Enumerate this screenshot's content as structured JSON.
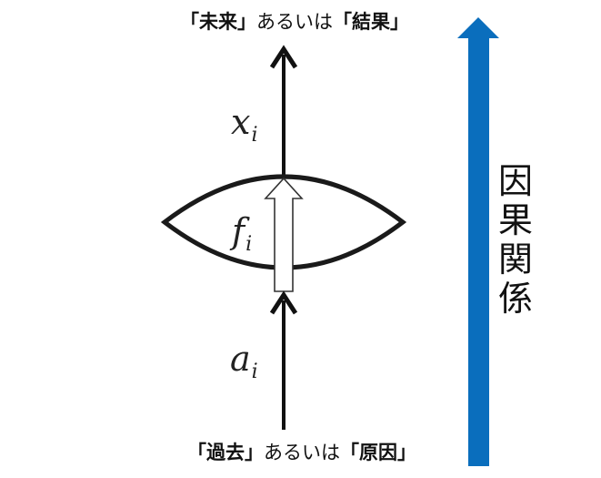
{
  "top_label": {
    "open_bracket_1": "「",
    "term_1": "未来",
    "close_bracket_1": "」",
    "connector": "あるいは",
    "open_bracket_2": "「",
    "term_2": "結果",
    "close_bracket_2": "」"
  },
  "bottom_label": {
    "open_bracket_1": "「",
    "term_1": "過去",
    "close_bracket_1": "」",
    "connector": "あるいは",
    "open_bracket_2": "「",
    "term_2": "原因",
    "close_bracket_2": "」"
  },
  "variables": {
    "output": {
      "base": "x",
      "sub": "i"
    },
    "function": {
      "base": "f",
      "sub": "i"
    },
    "input": {
      "base": "a",
      "sub": "i"
    }
  },
  "causal_arrow": {
    "label_chars": [
      "因",
      "果",
      "関",
      "係"
    ],
    "color": "#0a6ebd"
  },
  "colors": {
    "line": "#111111",
    "lens_stroke": "#1a1a1a",
    "hollow_arrow_stroke": "#333333"
  }
}
